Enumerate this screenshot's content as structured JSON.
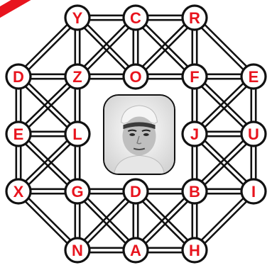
{
  "puzzle": {
    "nodes": [
      {
        "id": "top-1",
        "letter": "Y"
      },
      {
        "id": "top-2",
        "letter": "C"
      },
      {
        "id": "top-3",
        "letter": "R"
      },
      {
        "id": "row2-left",
        "letter": "D"
      },
      {
        "id": "row2-inner-1",
        "letter": "Z"
      },
      {
        "id": "row2-inner-2",
        "letter": "O"
      },
      {
        "id": "row2-inner-3",
        "letter": "F"
      },
      {
        "id": "row2-right",
        "letter": "E"
      },
      {
        "id": "row3-left",
        "letter": "E"
      },
      {
        "id": "row3-inner-left",
        "letter": "L"
      },
      {
        "id": "row3-inner-right",
        "letter": "J"
      },
      {
        "id": "row3-right",
        "letter": "U"
      },
      {
        "id": "row4-left",
        "letter": "X"
      },
      {
        "id": "row4-inner-1",
        "letter": "G"
      },
      {
        "id": "row4-inner-2",
        "letter": "D"
      },
      {
        "id": "row4-inner-3",
        "letter": "B"
      },
      {
        "id": "row4-right",
        "letter": "I"
      },
      {
        "id": "bottom-1",
        "letter": "N"
      },
      {
        "id": "bottom-2",
        "letter": "A"
      },
      {
        "id": "bottom-3",
        "letter": "H"
      }
    ]
  },
  "colors": {
    "letter": "#e8141e",
    "rail": "#111111",
    "node_fill": "#ffffff",
    "badge": "#e8141e"
  },
  "icons": {
    "center": "portrait-photo-icon",
    "corner": "corner-ribbon-icon"
  }
}
